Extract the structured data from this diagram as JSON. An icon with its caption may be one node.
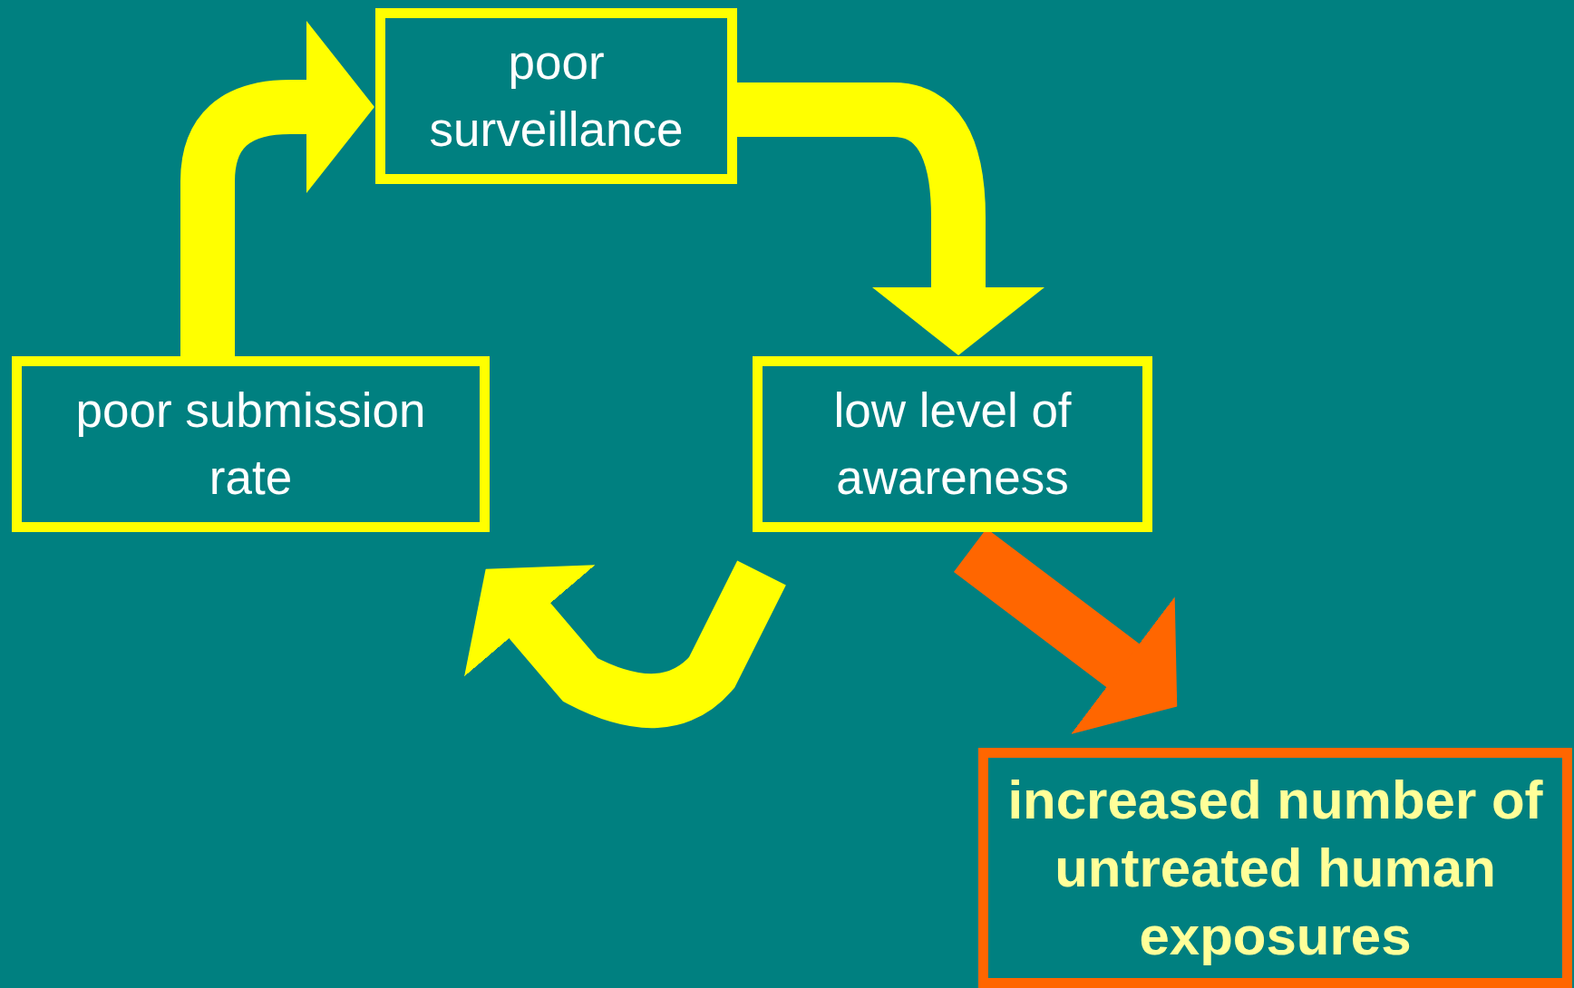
{
  "diagram": {
    "nodes": [
      {
        "text": [
          "poor surveillance"
        ]
      },
      {
        "text": [
          "low level of awareness"
        ]
      },
      {
        "text": [
          "poor submission rate"
        ]
      },
      {
        "text": [
          "increased number of untreated human exposures"
        ]
      }
    ],
    "edges": [
      {
        "from": 2,
        "to": 0,
        "arrow": "to"
      },
      {
        "from": 0,
        "to": 1,
        "arrow": "to"
      },
      {
        "from": 1,
        "to": 2,
        "arrow": "to"
      },
      {
        "from": 1,
        "to": 3,
        "arrow": "to",
        "color": "#ff6600"
      }
    ]
  }
}
